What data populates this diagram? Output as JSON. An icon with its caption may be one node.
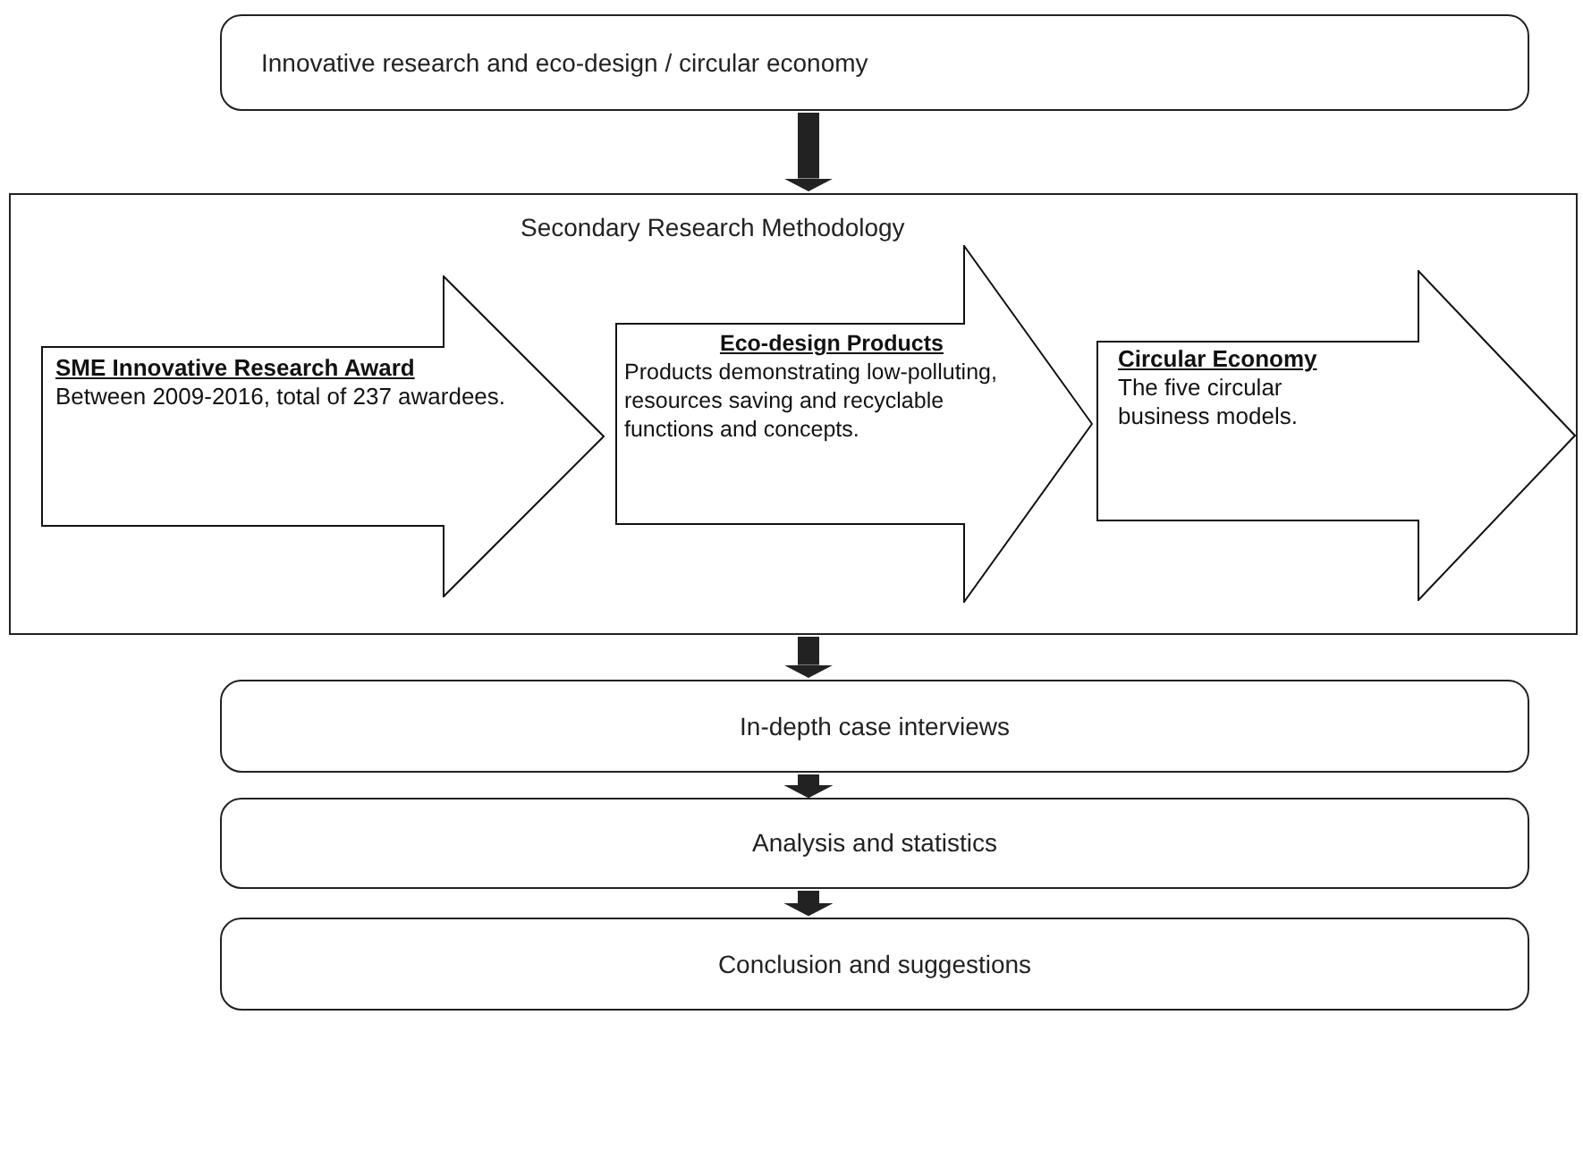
{
  "diagram": {
    "nodes": [
      {
        "text": [
          "Innovative research and eco-design / circular economy"
        ]
      },
      {
        "text": [
          "Secondary Research Methodology"
        ]
      },
      {
        "text": [
          "SME Innovative Research Award",
          "Between 2009-2016, total of 237 awardees."
        ],
        "in": 1
      },
      {
        "text": [
          "Eco-design Products",
          "Products demonstrating low-polluting, resources saving and recyclable functions and concepts."
        ],
        "in": 1
      },
      {
        "text": [
          "Circular Economy",
          "The five circular business models."
        ],
        "in": 1
      },
      {
        "text": [
          "In-depth case interviews"
        ]
      },
      {
        "text": [
          "Analysis and statistics"
        ]
      },
      {
        "text": [
          "Conclusion and suggestions"
        ]
      }
    ],
    "edges": [
      {
        "from": 0,
        "to": 1,
        "arrow": "to"
      },
      {
        "from": 1,
        "to": 5,
        "arrow": "to"
      },
      {
        "from": 5,
        "to": 6,
        "arrow": "to"
      },
      {
        "from": 6,
        "to": 7,
        "arrow": "to"
      }
    ]
  }
}
